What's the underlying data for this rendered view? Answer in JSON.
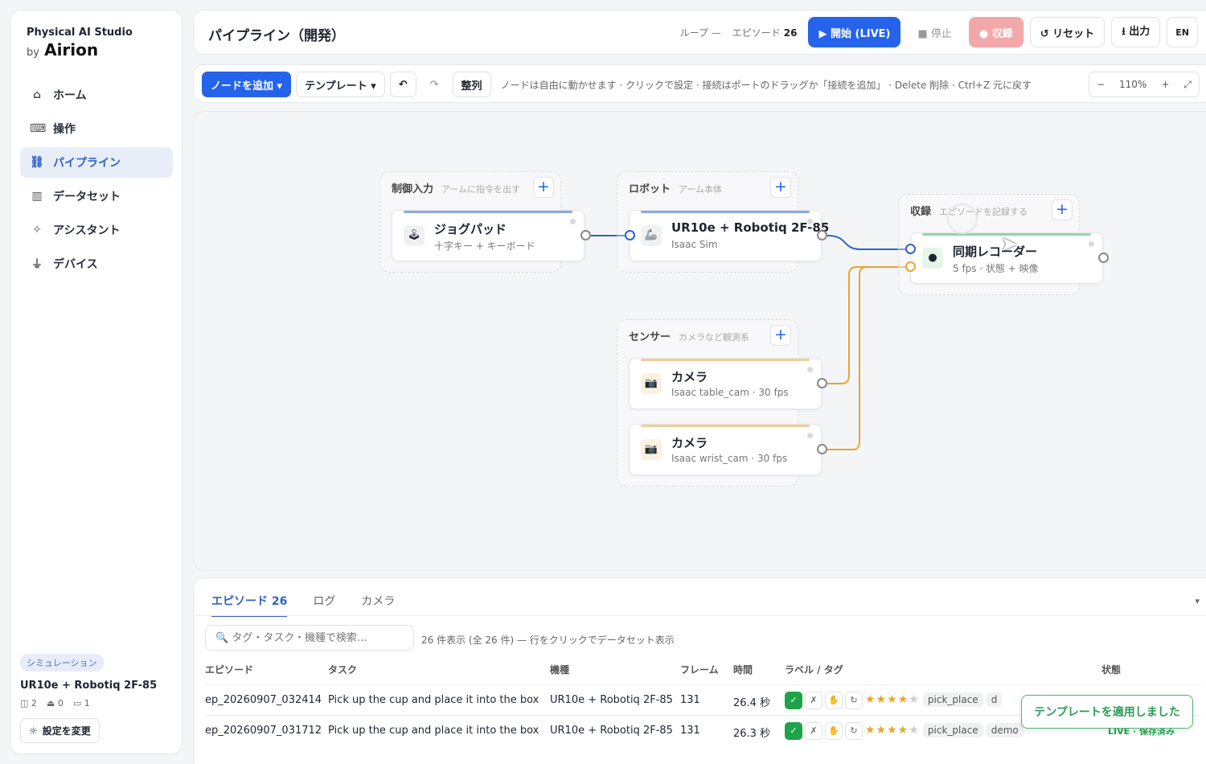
{
  "brand": {
    "line1": "Physical AI Studio",
    "by": "by",
    "name": "Airion"
  },
  "nav": [
    {
      "label": "ホーム",
      "icon": "home-icon",
      "glyph": "⌂"
    },
    {
      "label": "操作",
      "icon": "gamepad-icon",
      "glyph": "⌨"
    },
    {
      "label": "パイプライン",
      "icon": "pipeline-icon",
      "glyph": "⛓"
    },
    {
      "label": "データセット",
      "icon": "chart-icon",
      "glyph": "▥"
    },
    {
      "label": "アシスタント",
      "icon": "sparkle-icon",
      "glyph": "✧"
    },
    {
      "label": "デバイス",
      "icon": "plug-icon",
      "glyph": "⏚"
    }
  ],
  "sim": {
    "badge": "シミュレーション",
    "model": "UR10e + Robotiq 2F-85",
    "count_robots": "2",
    "count_arms": "0",
    "count_cams": "1",
    "settings_label": "設定を変更"
  },
  "header": {
    "title": "パイプライン（開発）",
    "loop_label": "ループ",
    "loop_value": "—",
    "episode_label": "エピソード",
    "episode_value": "26",
    "start_label": "▶ 開始 (LIVE)",
    "stop_label": "■ 停止",
    "record_label": "● 収録",
    "reset_label": "↺ リセット",
    "export_label": "⭳ 出力",
    "lang_label": "EN"
  },
  "toolbar": {
    "add_node_label": "ノードを追加 ▾",
    "template_label": "テンプレート ▾",
    "undo_label": "↶",
    "redo_label": "↷",
    "arrange_label": "整列",
    "hint": "ノードは自由に動かせます · クリックで設定 · 接続はポートのドラッグか「接続を追加」 · Delete 削除 · Ctrl+Z 元に戻す",
    "zoom_out": "−",
    "zoom_level": "110%",
    "zoom_in": "+",
    "fit": "⤢"
  },
  "groups": {
    "control": {
      "title": "制御入力",
      "subtitle": "アームに指令を出す"
    },
    "robot": {
      "title": "ロボット",
      "subtitle": "アーム本体"
    },
    "record": {
      "title": "収録",
      "subtitle": "エピソードを記録する"
    },
    "sensor": {
      "title": "センサー",
      "subtitle": "カメラなど観測系"
    }
  },
  "nodes": {
    "jogpad": {
      "title": "ジョグパッド",
      "subtitle": "十字キー + キーボード"
    },
    "robot": {
      "title": "UR10e + Robotiq 2F-85",
      "subtitle": "Isaac Sim"
    },
    "recorder": {
      "title": "同期レコーダー",
      "subtitle": "5 fps · 状態 + 映像"
    },
    "cam1": {
      "title": "カメラ",
      "subtitle": "Isaac table_cam · 30 fps"
    },
    "cam2": {
      "title": "カメラ",
      "subtitle": "Isaac wrist_cam · 30 fps"
    }
  },
  "colors": {
    "accent": "#2563eb",
    "link_blue": "#2f62c9",
    "link_orange": "#e6a630",
    "success": "#1fa34a"
  },
  "bottom": {
    "tabs": [
      {
        "label": "エピソード 26"
      },
      {
        "label": "ログ"
      },
      {
        "label": "カメラ"
      }
    ],
    "collapse": "▾",
    "search_placeholder": "🔍 タグ・タスク・機種で検索...",
    "info": "26 件表示 (全 26 件) — 行をクリックでデータセット表示",
    "columns": {
      "episode": "エピソード",
      "task": "タスク",
      "model": "機種",
      "frames": "フレーム",
      "time": "時間",
      "labels": "ラベル / タグ",
      "status": "状態"
    },
    "rows": [
      {
        "episode": "ep_20260907_032414",
        "task": "Pick up the cup and place it into the box",
        "model": "UR10e + Robotiq 2F-85",
        "frames": "131",
        "time": "26.4 秒",
        "rating": 4,
        "tag1": "pick_place",
        "tag2": "d",
        "status": ""
      },
      {
        "episode": "ep_20260907_031712",
        "task": "Pick up the cup and place it into the box",
        "model": "UR10e + Robotiq 2F-85",
        "frames": "131",
        "time": "26.3 秒",
        "rating": 4,
        "tag1": "pick_place",
        "tag2": "demo",
        "status": "LIVE · 保存済み"
      }
    ]
  },
  "toast": "テンプレートを適用しました"
}
